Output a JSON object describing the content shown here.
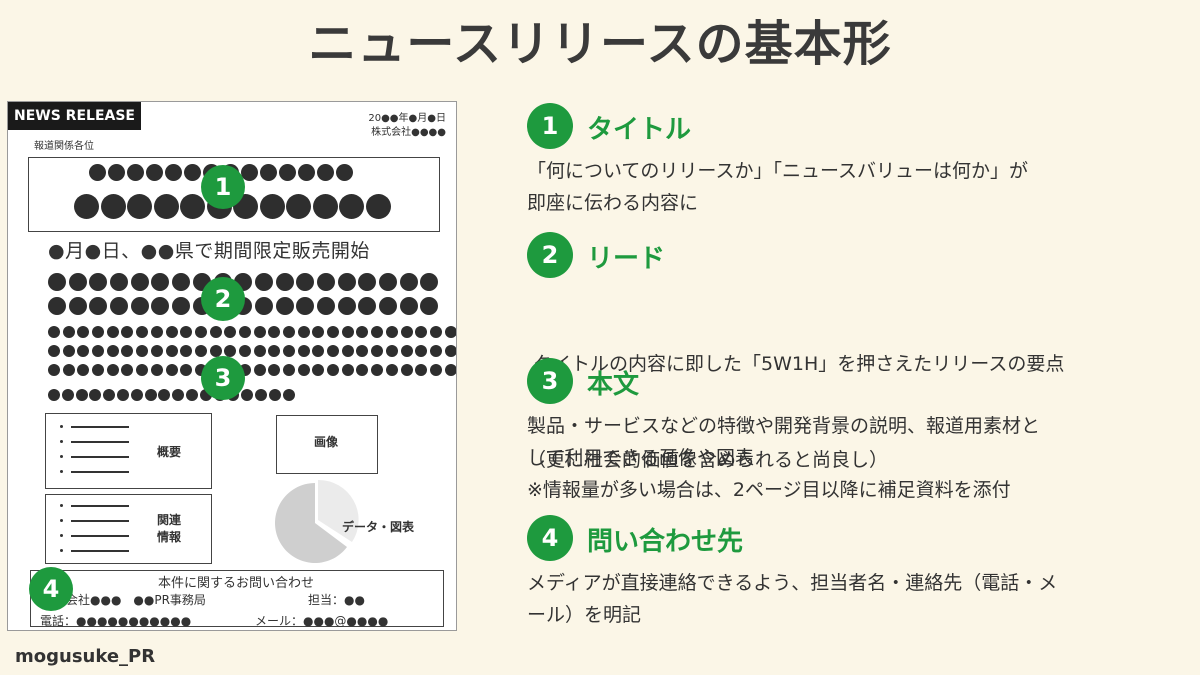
{
  "title": "ニュースリリースの基本形",
  "document": {
    "header_label": "NEWS RELEASE",
    "date": "20●●年●月●日",
    "company": "株式会社●●●●",
    "addressee": "報道関係各位",
    "subtitle": "●月●日、●●県で期間限定販売開始",
    "box_overview": "概要",
    "box_image": "画像",
    "box_related_line1": "関連",
    "box_related_line2": "情報",
    "chart_label": "データ・図表",
    "contact_heading": "本件に関するお問い合わせ",
    "contact_company": "会社●●●　●●PR事務局",
    "contact_person": "担当：●●",
    "contact_phone": "電話：●●●●●●●●●●●",
    "contact_mail": "メール：●●●@●●●●",
    "badges": [
      "1",
      "2",
      "3",
      "4"
    ]
  },
  "sections": [
    {
      "number": "1",
      "heading": "タイトル",
      "lines": [
        "「何についてのリリースか」「ニュースバリューは何か」が",
        "即座に伝わる内容に"
      ]
    },
    {
      "number": "2",
      "heading": "リード",
      "lines": [
        " タイトルの内容に即した「5W1H」を押さえたリリースの要点",
        "（更に社会的価値を含められると尚良し）"
      ]
    },
    {
      "number": "3",
      "heading": "本文",
      "lines": [
        "製品・サービスなどの特徴や開発背景の説明、報道用素材と",
        "して利用できる画像や図表",
        "※情報量が多い場合は、2ページ目以降に補足資料を添付"
      ]
    },
    {
      "number": "4",
      "heading": "問い合わせ先",
      "lines": [
        "メディアが直接連絡できるよう、担当者名・連絡先（電話・メ",
        "ール）を明記"
      ]
    }
  ],
  "footer": "mogusuke_PR",
  "colors": {
    "accent": "#1E9A3E",
    "background": "#FBF6E7",
    "dots": "#2E2E2E"
  }
}
